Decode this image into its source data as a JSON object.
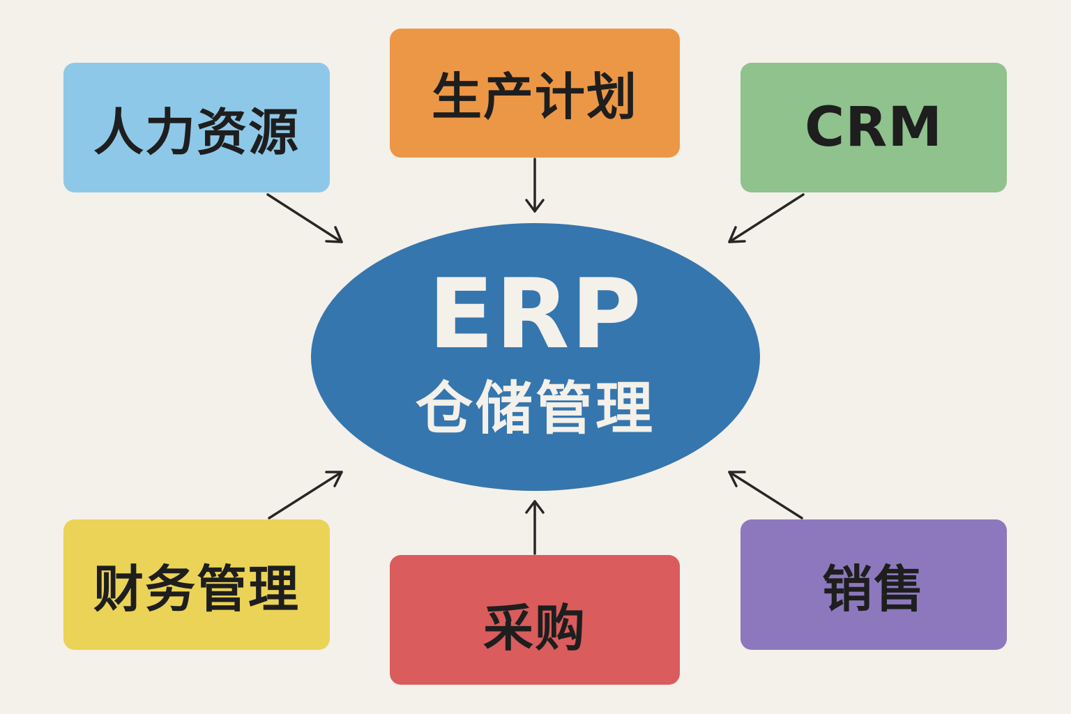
{
  "hub": {
    "title": "ERP",
    "subtitle": "仓储管理",
    "color": "#3576ae"
  },
  "modules": {
    "hr": {
      "label": "人力资源",
      "color": "#8ec8e8"
    },
    "production": {
      "label": "生产计划",
      "color": "#ec9745"
    },
    "crm": {
      "label": "CRM",
      "color": "#8fc28d"
    },
    "finance": {
      "label": "财务管理",
      "color": "#ead356"
    },
    "purchasing": {
      "label": "采购",
      "color": "#da5c5c"
    },
    "sales": {
      "label": "销售",
      "color": "#8d78be"
    }
  },
  "arrow_color": "#262626"
}
